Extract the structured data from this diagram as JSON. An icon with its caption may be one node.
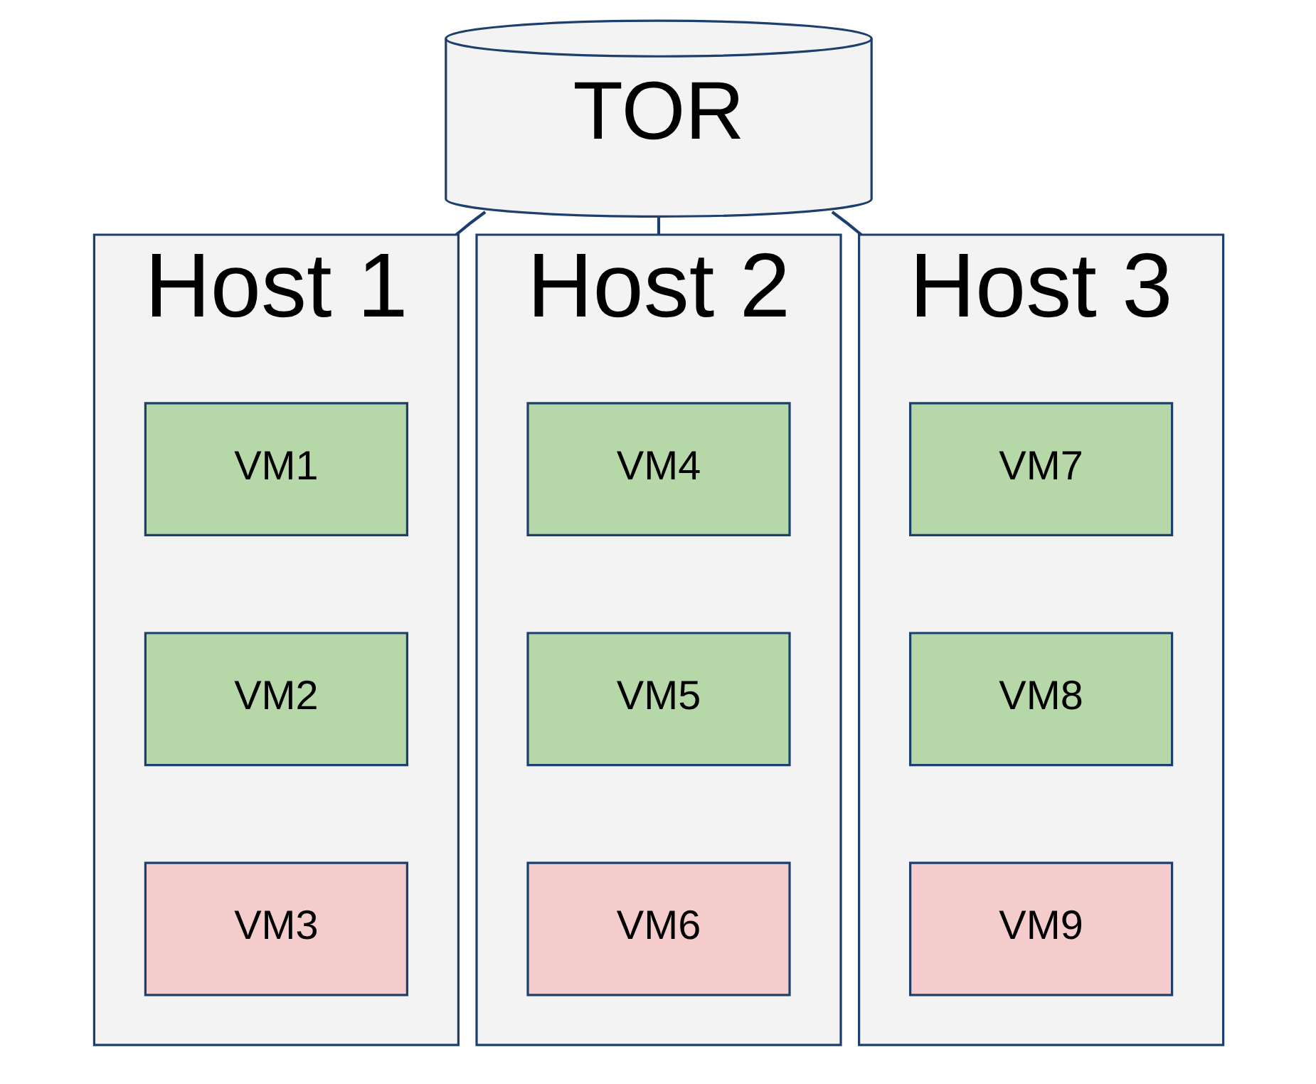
{
  "diagram": {
    "nodes": [
      {
        "text": [
          "TOR"
        ]
      },
      {
        "text": [
          "Host 1"
        ]
      },
      {
        "text": [
          "VM1"
        ],
        "in": 1
      },
      {
        "text": [
          "VM2"
        ],
        "in": 1
      },
      {
        "text": [
          "VM3"
        ],
        "in": 1
      },
      {
        "text": [
          "Host 2"
        ]
      },
      {
        "text": [
          "VM4"
        ],
        "in": 5
      },
      {
        "text": [
          "VM5"
        ],
        "in": 5
      },
      {
        "text": [
          "VM6"
        ],
        "in": 5
      },
      {
        "text": [
          "Host 3"
        ]
      },
      {
        "text": [
          "VM7"
        ],
        "in": 9
      },
      {
        "text": [
          "VM8"
        ],
        "in": 9
      },
      {
        "text": [
          "VM9"
        ],
        "in": 9
      }
    ],
    "edges": [
      {
        "from": 0,
        "to": 1,
        "arrow": "none"
      },
      {
        "from": 0,
        "to": 5,
        "arrow": "none"
      },
      {
        "from": 0,
        "to": 9,
        "arrow": "none"
      }
    ]
  }
}
